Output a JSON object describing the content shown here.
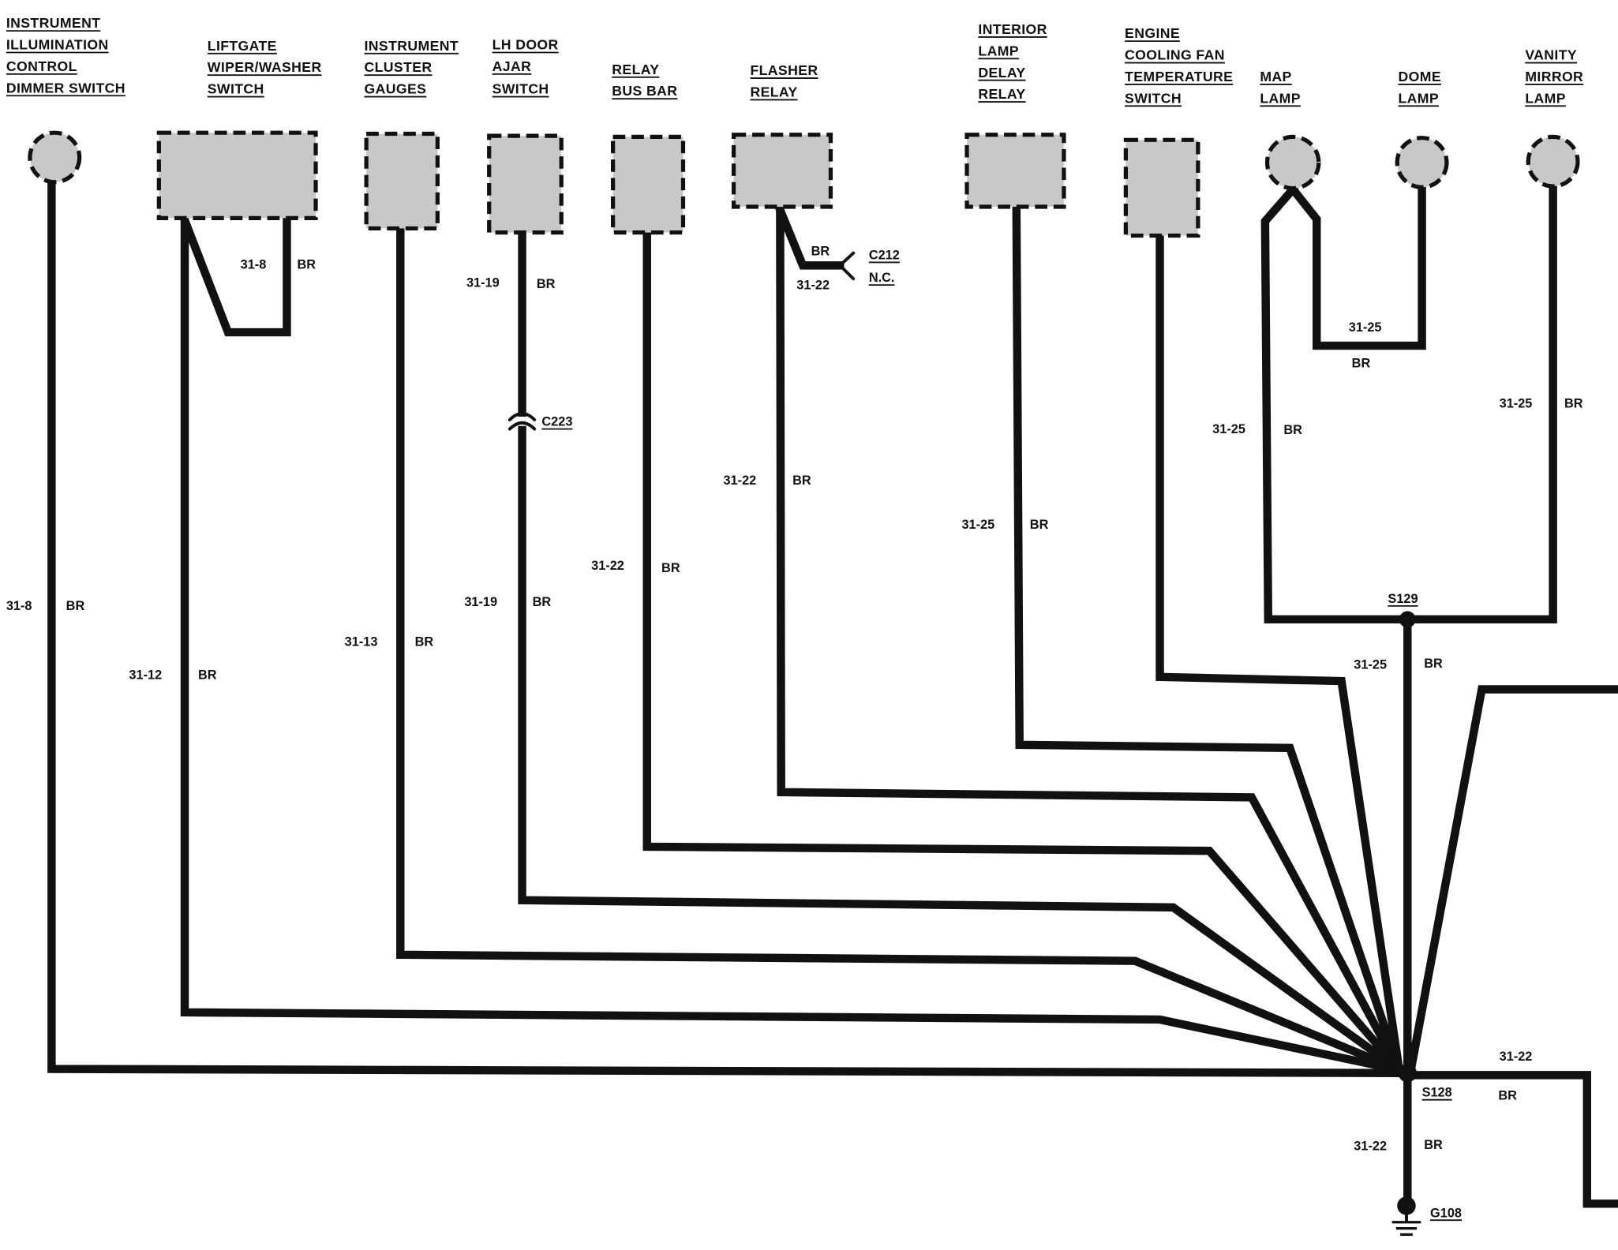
{
  "components": {
    "dimmer_switch": {
      "label": [
        "INSTRUMENT",
        "ILLUMINATION",
        "CONTROL",
        "DIMMER SWITCH"
      ]
    },
    "liftgate_switch": {
      "label": [
        "LIFTGATE",
        "WIPER/WASHER",
        "SWITCH"
      ]
    },
    "cluster_gauges": {
      "label": [
        "INSTRUMENT",
        "CLUSTER",
        "GAUGES"
      ]
    },
    "lh_door_switch": {
      "label": [
        "LH DOOR",
        "AJAR",
        "SWITCH"
      ]
    },
    "relay_bus_bar": {
      "label": [
        "RELAY",
        "BUS BAR"
      ]
    },
    "flasher_relay": {
      "label": [
        "FLASHER",
        "RELAY"
      ]
    },
    "lamp_delay_relay": {
      "label": [
        "INTERIOR",
        "LAMP",
        "DELAY",
        "RELAY"
      ]
    },
    "fan_temp_switch": {
      "label": [
        "ENGINE",
        "COOLING FAN",
        "TEMPERATURE",
        "SWITCH"
      ]
    },
    "map_lamp": {
      "label": [
        "MAP",
        "LAMP"
      ]
    },
    "dome_lamp": {
      "label": [
        "DOME",
        "LAMP"
      ]
    },
    "vanity_lamp": {
      "label": [
        "VANITY",
        "MIRROR",
        "LAMP"
      ]
    }
  },
  "wires": {
    "dimmer": {
      "circuit": "31-8",
      "color": "BR"
    },
    "liftgate_loop": {
      "circuit": "31-8",
      "color": "BR"
    },
    "liftgate": {
      "circuit": "31-12",
      "color": "BR"
    },
    "cluster": {
      "circuit": "31-13",
      "color": "BR"
    },
    "lh_door_upper": {
      "circuit": "31-19",
      "color": "BR"
    },
    "lh_door_lower": {
      "circuit": "31-19",
      "color": "BR"
    },
    "bus_bar": {
      "circuit": "31-22",
      "color": "BR"
    },
    "flasher_branch": {
      "circuit": "31-22",
      "color": "BR"
    },
    "flasher": {
      "circuit": "31-22",
      "color": "BR"
    },
    "delay_relay": {
      "circuit": "31-25",
      "color": "BR"
    },
    "dome_loop": {
      "circuit": "31-25",
      "color": "BR"
    },
    "map_lamp": {
      "circuit": "31-25",
      "color": "BR"
    },
    "vanity": {
      "circuit": "31-25",
      "color": "BR"
    },
    "s129_to_s128": {
      "circuit": "31-25",
      "color": "BR"
    },
    "s128_right": {
      "circuit": "31-22",
      "color": "BR"
    },
    "s128_to_ground": {
      "circuit": "31-22",
      "color": "BR"
    }
  },
  "connectors": {
    "c223": "C223",
    "c212": "C212",
    "c212_note": "N.C.",
    "s129": "S129",
    "s128": "S128",
    "g108": "G108"
  },
  "colors": {
    "wire": "#111111",
    "component_fill": "#c8c8c8"
  }
}
